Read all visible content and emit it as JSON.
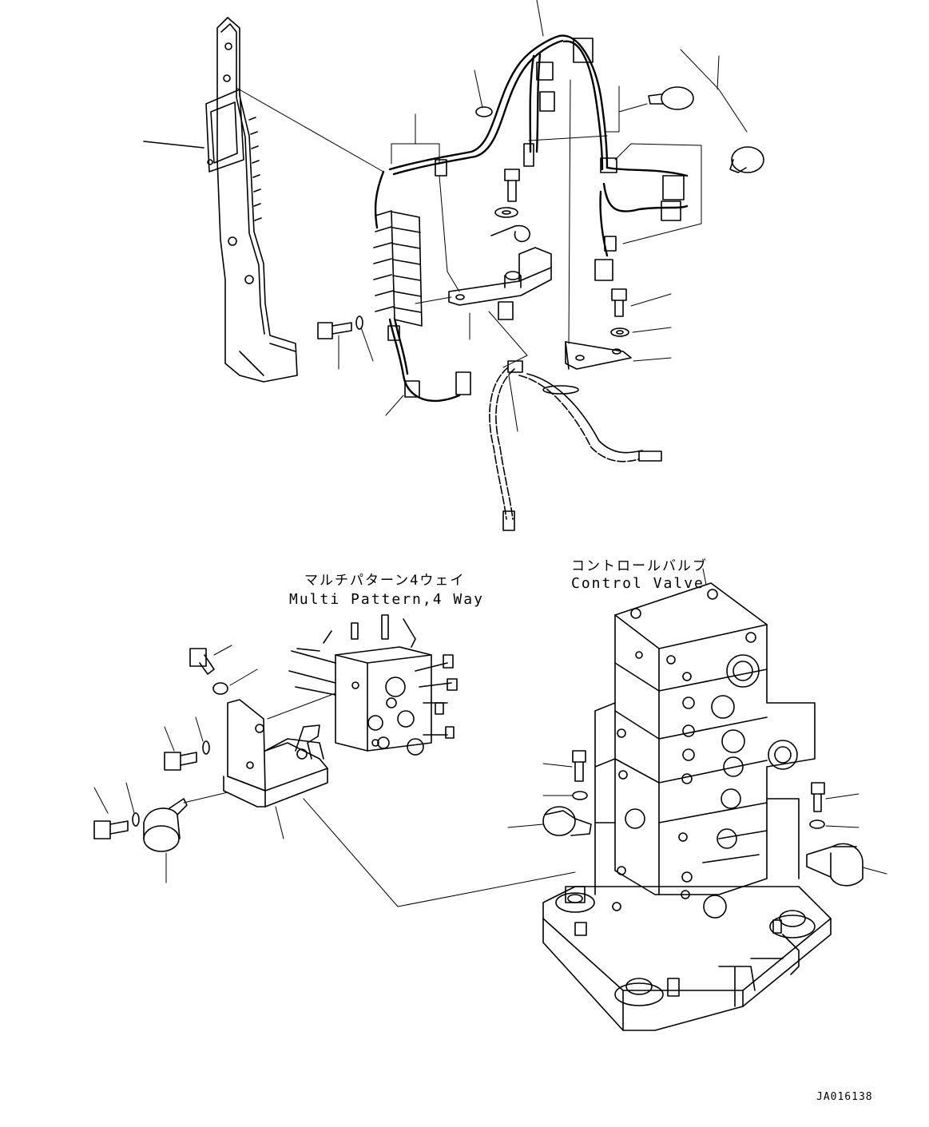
{
  "labels": {
    "multi_pattern_jp": "マルチパターン4ウェイ",
    "multi_pattern_en": "Multi Pattern,4 Way",
    "control_valve_jp": "コントロールバルブ",
    "control_valve_en": "Control Valve"
  },
  "drawing_code": "JA016138"
}
